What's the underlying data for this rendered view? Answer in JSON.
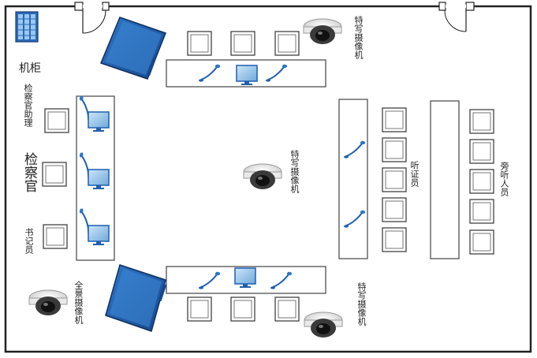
{
  "labels": {
    "cabinet": "机柜",
    "assistant_prosecutor": "检察官助理",
    "prosecutor": "检察官",
    "clerk": "书记员",
    "witnesses": "听证员",
    "observers": "旁听人员",
    "closeup_camera": "特写摄像机",
    "panorama_camera": "全景摄像机"
  },
  "colors": {
    "wall": "#222222",
    "monitor_blue": "#1f5fb0",
    "monitor_light": "#8fc1ea",
    "chair_stroke": "#333333",
    "table_stroke": "#444444"
  }
}
